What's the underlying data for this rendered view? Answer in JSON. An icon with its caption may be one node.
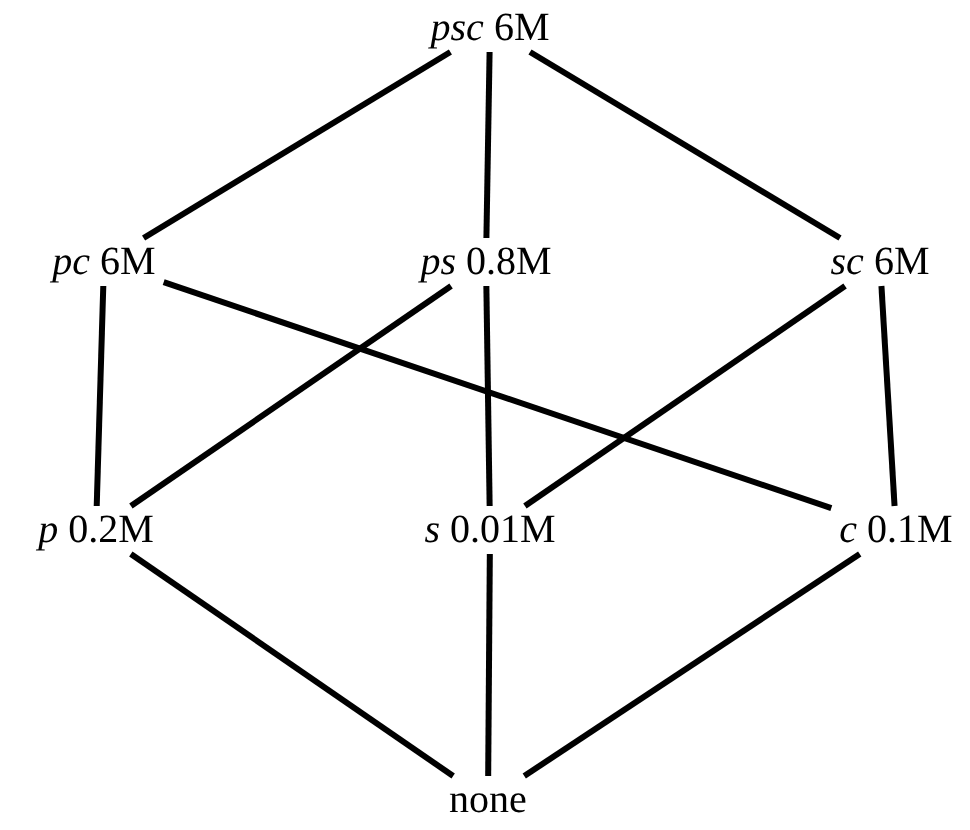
{
  "diagram": {
    "nodes": [
      {
        "text": [
          "*psc* 6M"
        ]
      },
      {
        "text": [
          "*pc* 6M"
        ]
      },
      {
        "text": [
          "*ps* 0.8M"
        ]
      },
      {
        "text": [
          "*sc* 6M"
        ]
      },
      {
        "text": [
          "*p* 0.2M"
        ]
      },
      {
        "text": [
          "*s* 0.01M"
        ]
      },
      {
        "text": [
          "*c* 0.1M"
        ]
      },
      {
        "text": [
          "none"
        ]
      }
    ],
    "edges": [
      {
        "from": 0,
        "to": 1,
        "arrow": "none"
      },
      {
        "from": 0,
        "to": 2,
        "arrow": "none"
      },
      {
        "from": 0,
        "to": 3,
        "arrow": "none"
      },
      {
        "from": 1,
        "to": 4,
        "arrow": "none"
      },
      {
        "from": 1,
        "to": 6,
        "arrow": "none"
      },
      {
        "from": 2,
        "to": 4,
        "arrow": "none"
      },
      {
        "from": 2,
        "to": 5,
        "arrow": "none"
      },
      {
        "from": 3,
        "to": 5,
        "arrow": "none"
      },
      {
        "from": 3,
        "to": 6,
        "arrow": "none"
      },
      {
        "from": 4,
        "to": 7,
        "arrow": "none"
      },
      {
        "from": 5,
        "to": 7,
        "arrow": "none"
      },
      {
        "from": 6,
        "to": 7,
        "arrow": "none"
      }
    ]
  }
}
